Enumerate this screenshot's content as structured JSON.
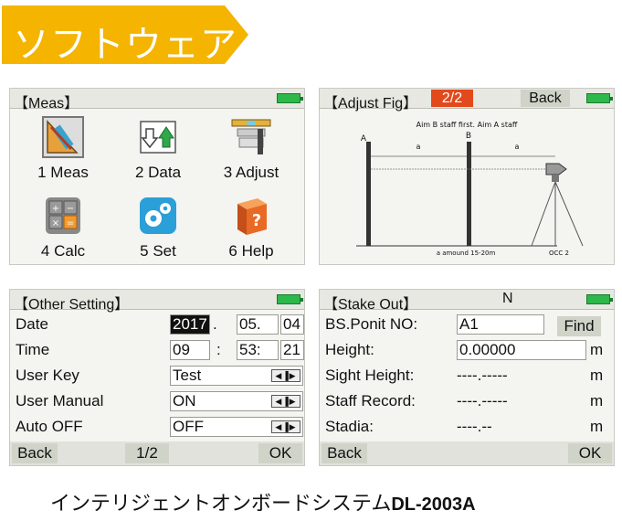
{
  "banner": {
    "title": "ソフトウェア",
    "color": "#f4b400"
  },
  "meas_panel": {
    "title": "【Meas】",
    "items": [
      {
        "label": "1 Meas",
        "icon": "survey-triangle-icon"
      },
      {
        "label": "2 Data",
        "icon": "data-folder-icon"
      },
      {
        "label": "3 Adjust",
        "icon": "level-adjust-icon"
      },
      {
        "label": "4 Calc",
        "icon": "calculator-icon"
      },
      {
        "label": "5 Set",
        "icon": "gear-icon"
      },
      {
        "label": "6 Help",
        "icon": "help-book-icon"
      }
    ]
  },
  "adjust_panel": {
    "title": "【Adjust Fig】",
    "page": "2/2",
    "back_label": "Back",
    "diagram": {
      "instruction": "Aim B staff first.  Aim A staff",
      "staff_a": "A",
      "staff_b": "B",
      "segment_a1": "a",
      "segment_a2": "a",
      "distance_note": "a amound 15-20m",
      "occ_label": "OCC 2"
    }
  },
  "other_setting_panel": {
    "title": "【Other Setting】",
    "rows": [
      {
        "key": "Date",
        "v1": "2017",
        "sep1": ".",
        "v2": "05.",
        "v3": "04"
      },
      {
        "key": "Time",
        "v1": "09",
        "sep1": ":",
        "v2": "53:",
        "v3": "21"
      },
      {
        "key": "User Key",
        "value": "Test"
      },
      {
        "key": "User Manual",
        "value": "ON"
      },
      {
        "key": "Auto OFF",
        "value": "OFF"
      }
    ],
    "back_label": "Back",
    "page": "1/2",
    "ok_label": "OK"
  },
  "stakeout_panel": {
    "title": "【Stake Out】",
    "indicator": "N",
    "rows": [
      {
        "key": "BS.Ponit NO:",
        "value": "A1",
        "button": "Find"
      },
      {
        "key": "Height:",
        "value": "0.00000",
        "unit": "m"
      },
      {
        "key": "Sight Height:",
        "value": "----.-----",
        "unit": "m"
      },
      {
        "key": "Staff Record:",
        "value": "----.-----",
        "unit": "m"
      },
      {
        "key": "Stadia:",
        "value": "----.--",
        "unit": "m"
      }
    ],
    "back_label": "Back",
    "ok_label": "OK"
  },
  "footer": {
    "text": "インテリジェントオンボードシステム",
    "model": "DL-2003A"
  }
}
